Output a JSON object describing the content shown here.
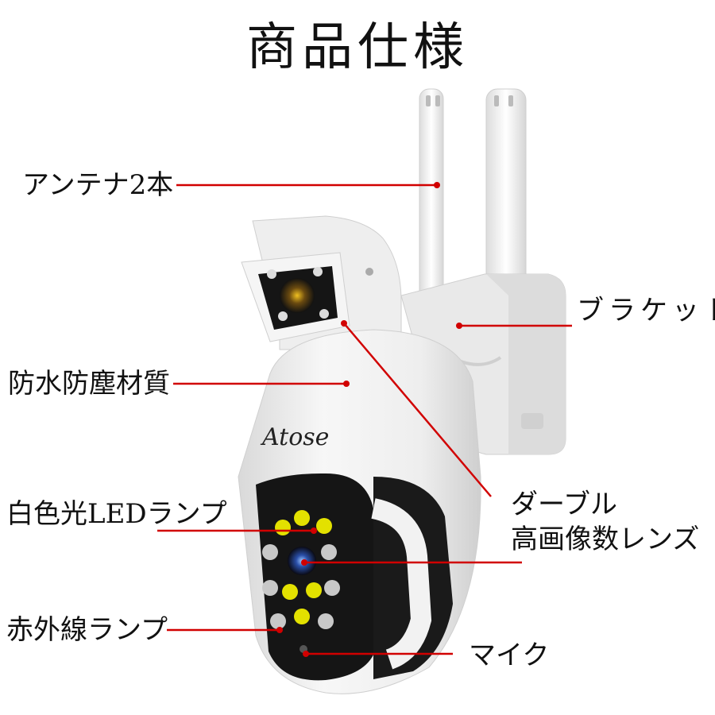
{
  "title": "商品仕様",
  "brand": "Atose",
  "labels": {
    "antenna": "アンテナ2本",
    "bracket": "ブラケット",
    "material": "防水防塵材質",
    "white_led": "白色光LEDランプ",
    "dual_lens_line1": "ダーブル",
    "dual_lens_line2": "高画像数レンズ",
    "ir_lamp": "赤外線ランプ",
    "mic": "マイク"
  },
  "colors": {
    "callout_line": "#d10000",
    "body": "#f1f1f1",
    "black_face": "#151515",
    "white_led": "#e3e100",
    "ir_led": "#c8c8c8"
  }
}
